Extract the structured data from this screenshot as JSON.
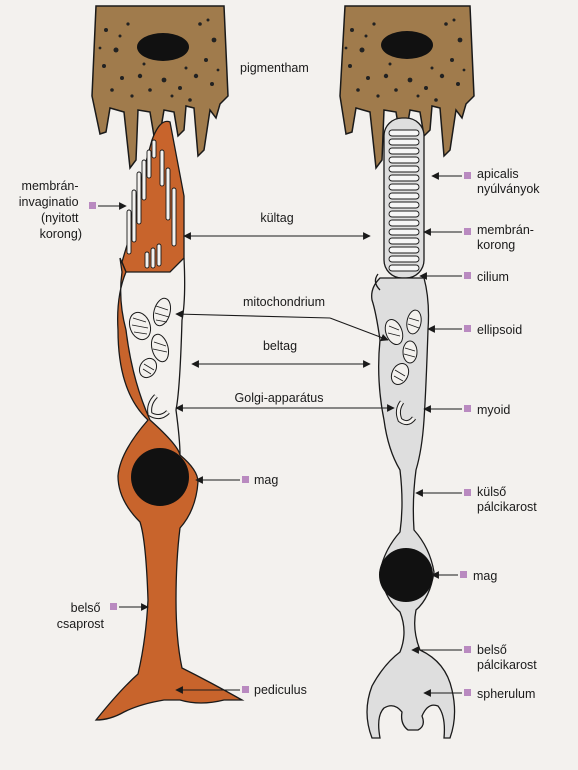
{
  "colors": {
    "background": "#f3f1ee",
    "pigment_epithelium": "#a07b4c",
    "cone_cell": "#c8642c",
    "rod_cell": "#dedede",
    "outline": "#1a1a1a",
    "label_marker": "#b98ac0"
  },
  "labels": {
    "pigmentham": "pigmentham",
    "membran_invaginatio": [
      "membrán-",
      "invaginatio",
      "(nyitott",
      "korong)"
    ],
    "kultag": "kültag",
    "mitochondrium": "mitochondrium",
    "beltag": "beltag",
    "golgi": "Golgi-apparátus",
    "mag_cone": "mag",
    "belso_csaprost": [
      "belső",
      "csaprost"
    ],
    "pediculus": "pediculus",
    "apicalis": [
      "apicalis",
      "nyúlványok"
    ],
    "membran_korong": [
      "membrán-",
      "korong"
    ],
    "cilium": "cilium",
    "ellipsoid": "ellipsoid",
    "myoid": "myoid",
    "kulso_palcikarost": [
      "külső",
      "pálcikarost"
    ],
    "mag_rod": "mag",
    "belso_palcikarost": [
      "belső",
      "pálcikarost"
    ],
    "spherulum": "spherulum"
  }
}
